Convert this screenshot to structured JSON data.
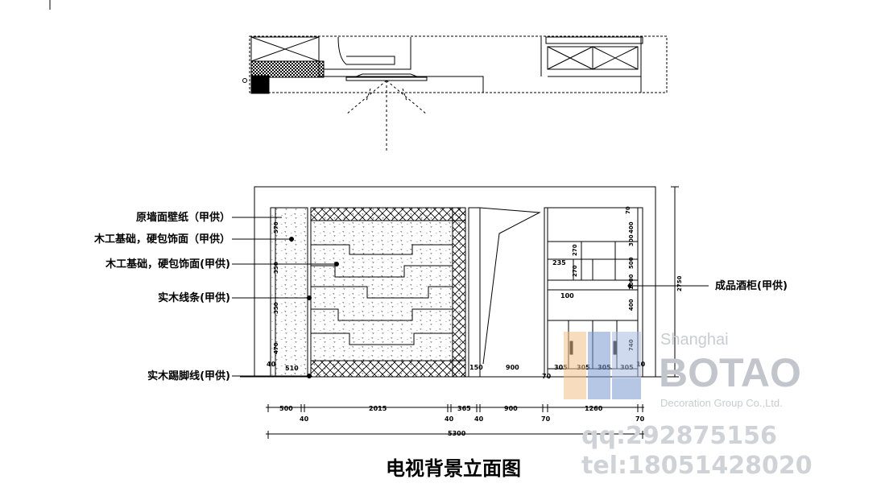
{
  "title": "电视背景立面图",
  "callouts": {
    "left": [
      "原墙面壁纸（甲供）",
      "木工基础，硬包饰面（甲供）",
      "木工基础，硬包饰面(甲供)",
      "实木线条(甲供)",
      "实木踢脚线(甲供)"
    ],
    "right": "成品酒柜(甲供)"
  },
  "dimensions": {
    "row1": [
      "500",
      "2015",
      "365",
      "900",
      "1260"
    ],
    "row2": [
      "40",
      "40",
      "40",
      "70",
      "70"
    ],
    "total": "5300",
    "height": "2750",
    "inner": {
      "w510": "510",
      "w150": "150",
      "w900": "900",
      "w70": "70",
      "w305": "305",
      "w235": "235",
      "w100": "100",
      "w270": "270",
      "w40": "40",
      "w10": "10"
    },
    "left_vertical": [
      "570",
      "350",
      "350",
      "470",
      "40"
    ],
    "right_vertical": [
      "70",
      "400",
      "300",
      "500",
      "1000",
      "400",
      "740"
    ]
  },
  "watermark": {
    "city": "Shanghai",
    "brand": "BOTAO",
    "sub": "Decoration Group Co.,Ltd.",
    "qq": "qq:292875156",
    "tel": "tel:18051428020",
    "colors": {
      "blue": "#7b9bd1",
      "orange": "#f2c18a",
      "gray": "#c2c6cc"
    }
  }
}
